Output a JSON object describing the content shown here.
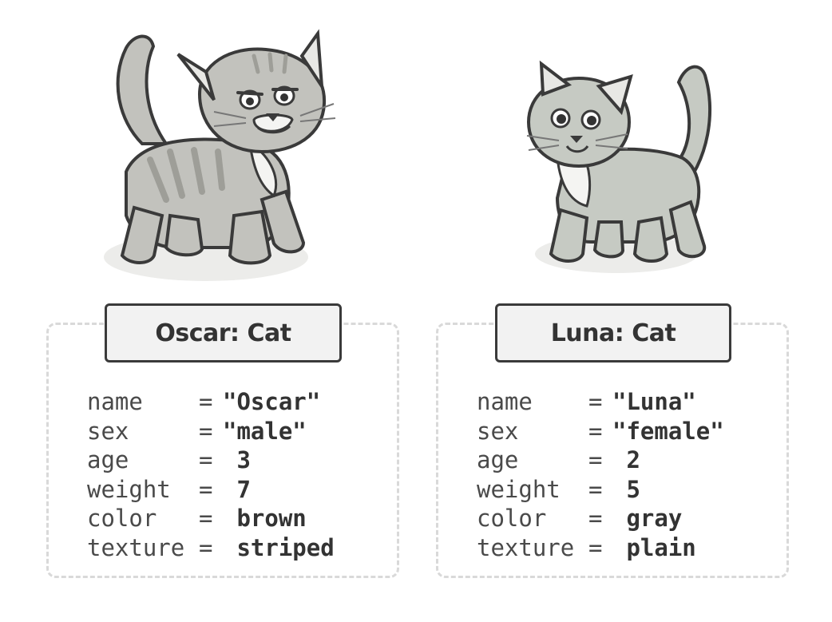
{
  "objects": [
    {
      "title": "Oscar: Cat",
      "fur": "#bdbdb8",
      "props": [
        {
          "name": "name",
          "eq": "=",
          "value": "\"Oscar\""
        },
        {
          "name": "sex",
          "eq": "=",
          "value": "\"male\""
        },
        {
          "name": "age",
          "eq": "=",
          "value": " 3"
        },
        {
          "name": "weight",
          "eq": "=",
          "value": " 7"
        },
        {
          "name": "color",
          "eq": "=",
          "value": " brown"
        },
        {
          "name": "texture",
          "eq": "=",
          "value": " striped"
        }
      ]
    },
    {
      "title": "Luna: Cat",
      "fur": "#c6cac3",
      "props": [
        {
          "name": "name",
          "eq": "=",
          "value": "\"Luna\""
        },
        {
          "name": "sex",
          "eq": "=",
          "value": "\"female\""
        },
        {
          "name": "age",
          "eq": "=",
          "value": " 2"
        },
        {
          "name": "weight",
          "eq": "=",
          "value": " 5"
        },
        {
          "name": "color",
          "eq": "=",
          "value": " gray"
        },
        {
          "name": "texture",
          "eq": "=",
          "value": " plain"
        }
      ]
    }
  ],
  "icons": [
    "striped-cat-icon",
    "plain-cat-icon"
  ]
}
